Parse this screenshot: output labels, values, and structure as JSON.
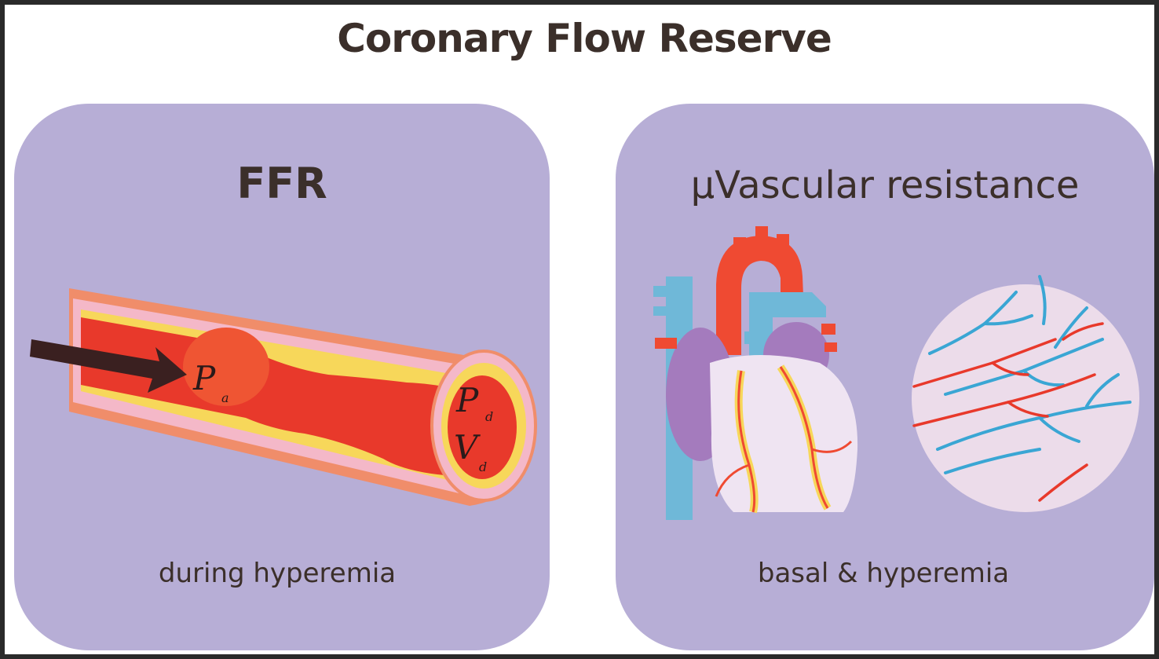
{
  "title": "Coronary Flow Reserve",
  "left_panel": {
    "title": "FFR",
    "caption": "during hyperemia",
    "symbols": {
      "p": "P",
      "p_sub": "a",
      "pd": "P",
      "pd_sub": "d",
      "v": "V",
      "v_sub": "d"
    }
  },
  "right_panel": {
    "title": "µVascular resistance",
    "caption": "basal & hyperemia"
  },
  "colors": {
    "panel": "#b7aed6",
    "blood": "#e8392b",
    "plaque": "#f7d75a",
    "vessel_wall": "#f4b8c8",
    "artery": "#ef4a32",
    "vein": "#6fb8d8",
    "heart_purple": "#a47bbd",
    "arrow": "#3a2020"
  }
}
